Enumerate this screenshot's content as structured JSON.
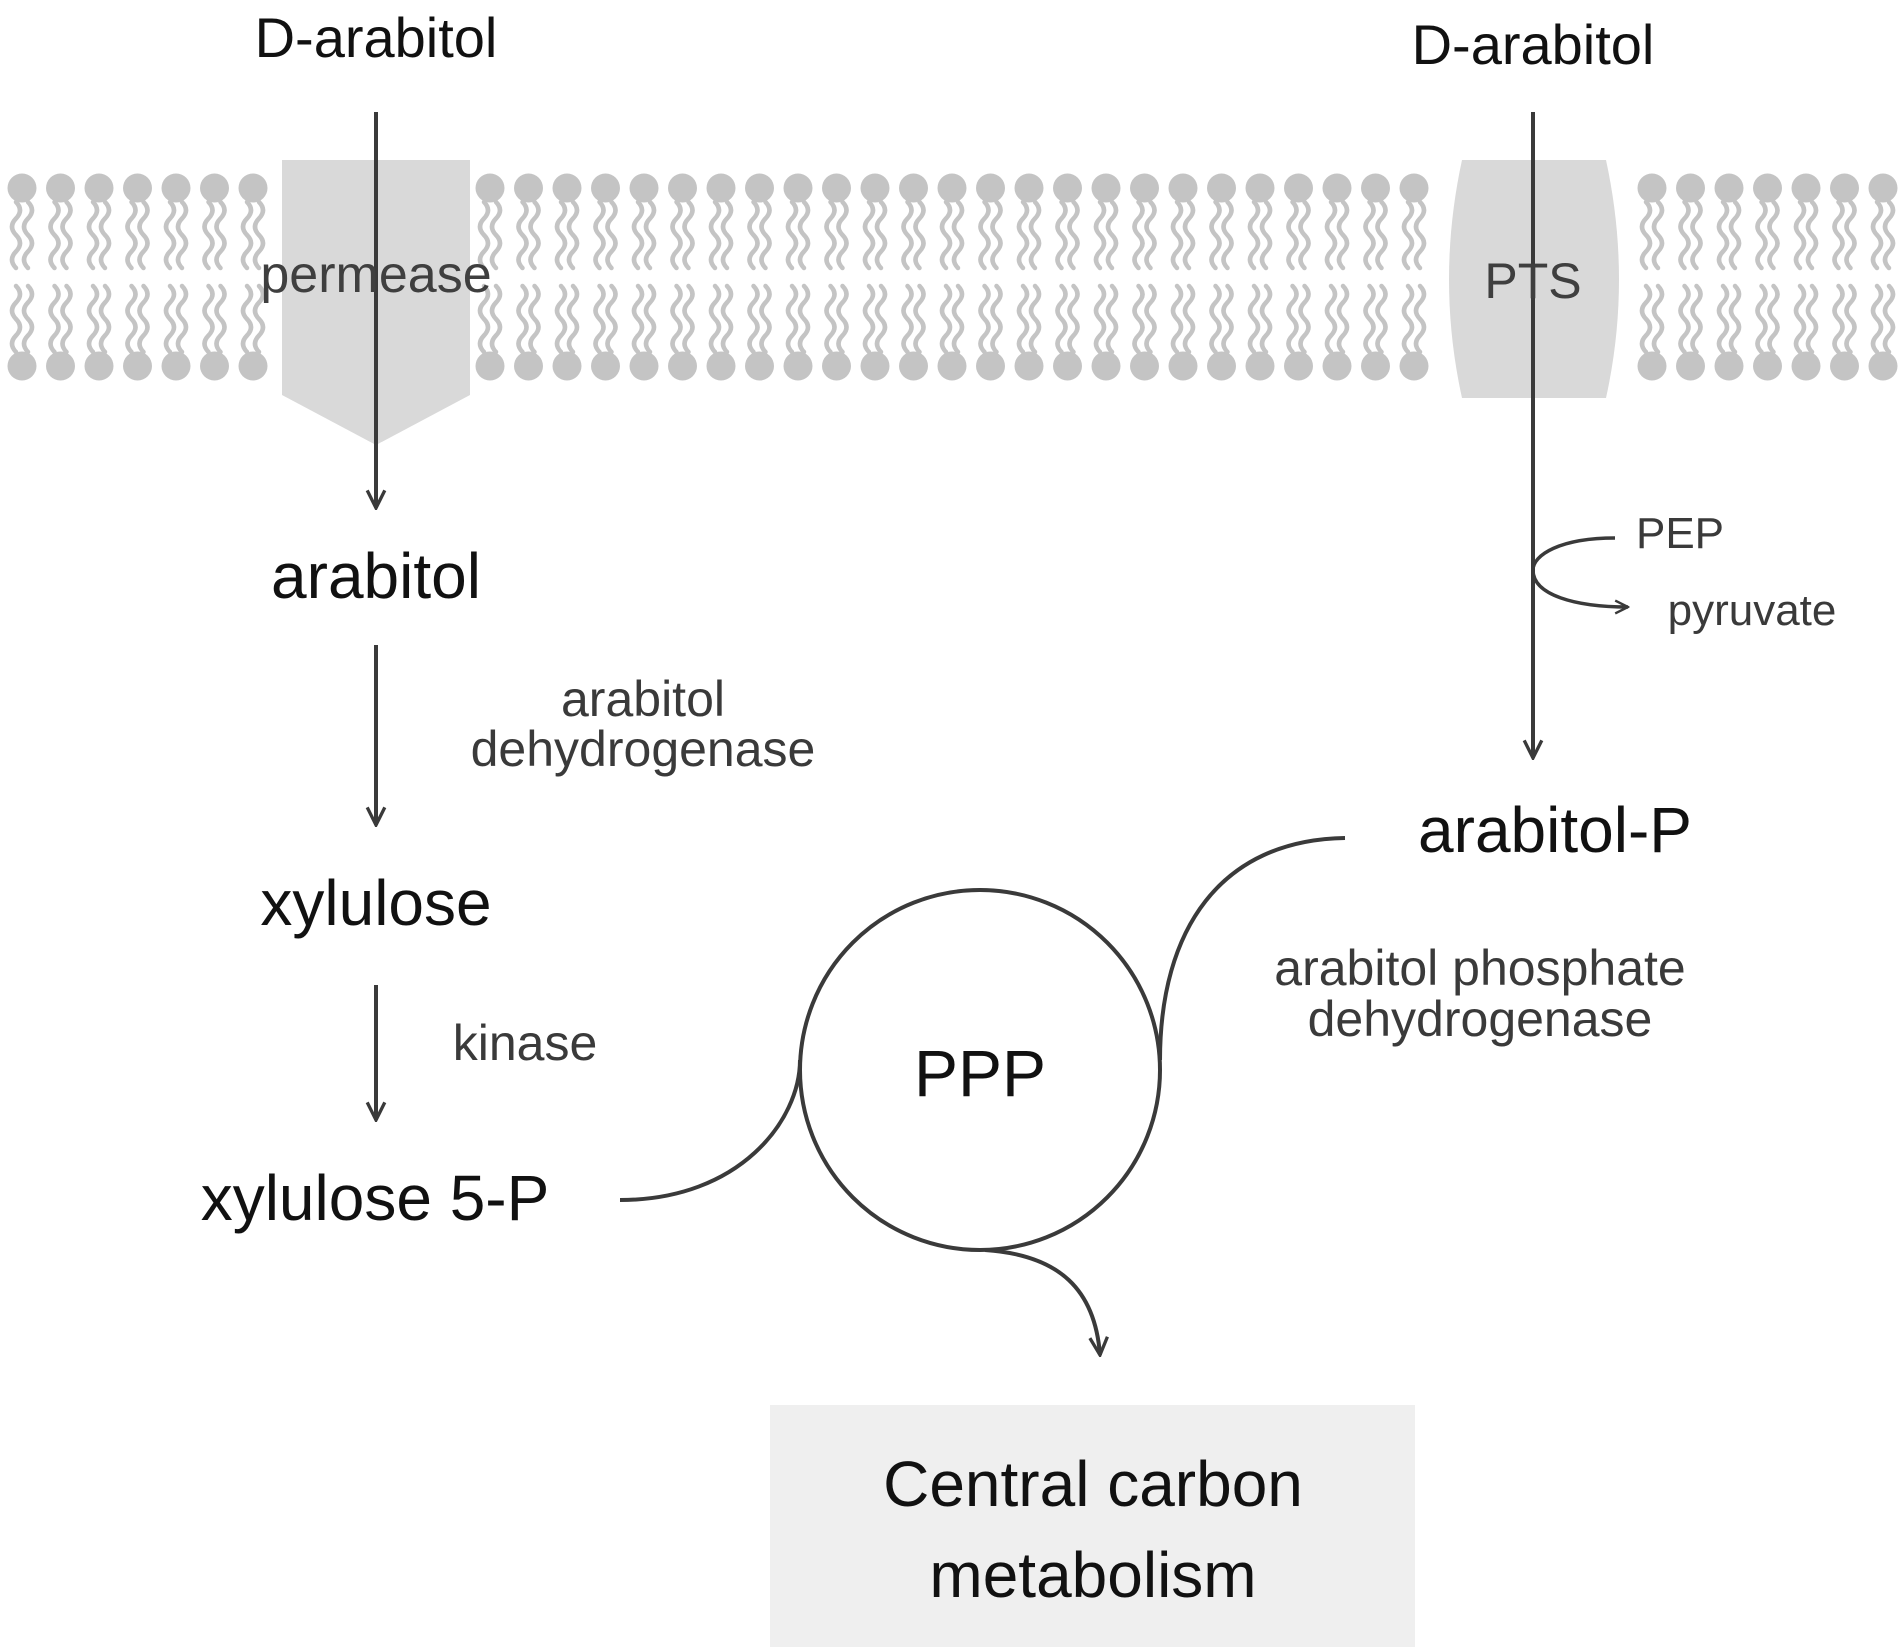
{
  "left_pathway": {
    "external_substrate": "D-arabitol",
    "transporter": "permease",
    "internal_substrate": "arabitol",
    "step1_enzyme_line1": "arabitol",
    "step1_enzyme_line2": "dehydrogenase",
    "intermediate": "xylulose",
    "step2_enzyme": "kinase",
    "product": "xylulose 5-P"
  },
  "right_pathway": {
    "external_substrate": "D-arabitol",
    "transporter": "PTS",
    "cosubstrate_in": "PEP",
    "cosubstrate_out": "pyruvate",
    "product": "arabitol-P",
    "enzyme_line1": "arabitol phosphate",
    "enzyme_line2": "dehydrogenase"
  },
  "ppp": {
    "label": "PPP"
  },
  "central_metabolism": {
    "line1": "Central carbon",
    "line2": "metabolism"
  },
  "colors": {
    "lipid": "#c4c4c4",
    "transporter": "#d9d9d9",
    "arrow": "#3a3a3a",
    "box_fill": "#efefef"
  }
}
